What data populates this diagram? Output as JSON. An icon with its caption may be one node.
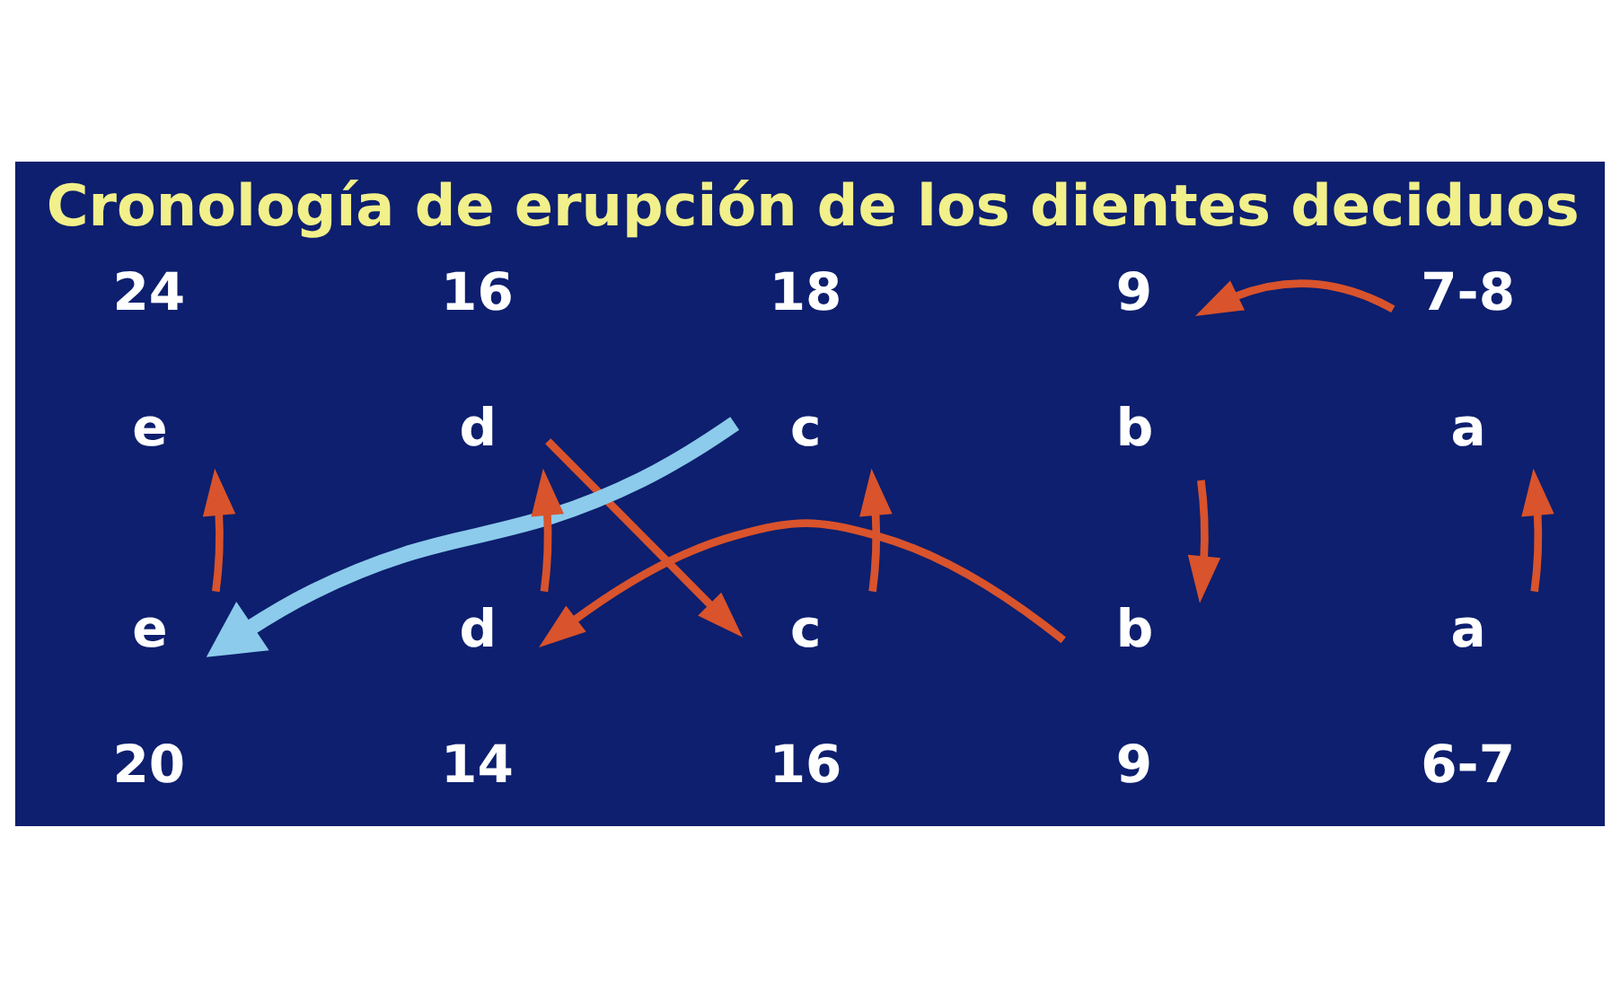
{
  "diagram": {
    "title": "Cronología de erupción de los dientes deciduos",
    "nodes": [
      {
        "text": [
          "e"
        ],
        "beside": [
          "24"
        ]
      },
      {
        "text": [
          "d"
        ],
        "beside": [
          "16"
        ]
      },
      {
        "text": [
          "c"
        ],
        "beside": [
          "18"
        ]
      },
      {
        "text": [
          "b"
        ],
        "beside": [
          "9"
        ]
      },
      {
        "text": [
          "a"
        ],
        "beside": [
          "7-8"
        ]
      },
      {
        "text": [
          "e"
        ],
        "beside": [
          "20"
        ]
      },
      {
        "text": [
          "d"
        ],
        "beside": [
          "14"
        ]
      },
      {
        "text": [
          "c"
        ],
        "beside": [
          "16"
        ]
      },
      {
        "text": [
          "b"
        ],
        "beside": [
          "9"
        ]
      },
      {
        "text": [
          "a"
        ],
        "beside": [
          "6-7"
        ]
      }
    ],
    "edges": [
      {
        "from": 9,
        "to": 4,
        "arrow": "to"
      },
      {
        "from": 4,
        "to": 3,
        "arrow": "to"
      },
      {
        "from": 3,
        "to": 8,
        "arrow": "to"
      },
      {
        "from": 8,
        "to": 6,
        "arrow": "to"
      },
      {
        "from": 6,
        "to": 1,
        "arrow": "to"
      },
      {
        "from": 1,
        "to": 7,
        "arrow": "to"
      },
      {
        "from": 7,
        "to": 2,
        "arrow": "to"
      },
      {
        "from": 2,
        "to": 5,
        "arrow": "to",
        "style": "thick",
        "color": "#8ccbeb"
      },
      {
        "from": 5,
        "to": 0,
        "arrow": "to"
      }
    ]
  }
}
